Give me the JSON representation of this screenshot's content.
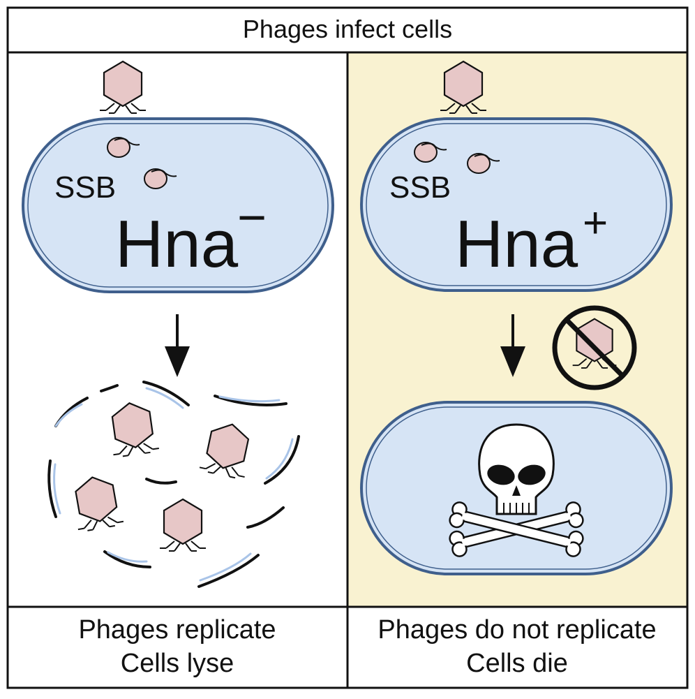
{
  "header": {
    "title": "Phages infect cells"
  },
  "left_panel": {
    "protein_label": "SSB",
    "strain_label": "Hna",
    "strain_sign": "−",
    "caption_line1": "Phages replicate",
    "caption_line2": "Cells lyse"
  },
  "right_panel": {
    "protein_label": "SSB",
    "strain_label": "Hna",
    "strain_sign": "+",
    "caption_line1": "Phages do not replicate",
    "caption_line2": "Cells die"
  },
  "icons": {
    "phage": "phage-icon",
    "ssb": "ssb-protein-icon",
    "arrow": "arrow-down-icon",
    "no_phage": "no-phage-icon",
    "death": "skull-crossbones-icon"
  },
  "colors": {
    "cell_fill": "#d6e4f5",
    "cell_stroke": "#3f5f8c",
    "phage_fill": "#e7c7c7",
    "right_bg": "#f9f2d1",
    "ink": "#111111"
  }
}
